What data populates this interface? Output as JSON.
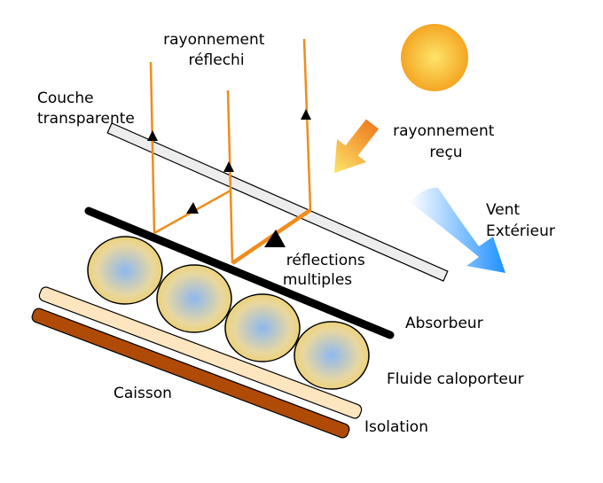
{
  "labels": {
    "couche_transparente_line1": "Couche",
    "couche_transparente_line2": "transparente",
    "rayonnement_reflechi_line1": "rayonnement",
    "rayonnement_reflechi_line2": "réflechi",
    "rayonnement_recu_line1": "rayonnement",
    "rayonnement_recu_line2": "reçu",
    "vent_exterieur_line1": "Vent",
    "vent_exterieur_line2": "Extérieur",
    "reflections_multiples_line1": "réflections",
    "reflections_multiples_line2": "multiples",
    "absorbeur": "Absorbeur",
    "fluide_caloporteur": "Fluide caloporteur",
    "caisson": "Caisson",
    "isolation": "Isolation"
  },
  "colors": {
    "ray": "#ef8c1c",
    "glass_fill": "#ededed",
    "absorber": "#000000",
    "tube_outer": "#ecd27a",
    "tube_inner": "#8db8f0",
    "insulation": "#fde5bf",
    "casing": "#b04a07",
    "sun_outer": "#f5a623",
    "sun_inner": "#fde46a",
    "wind": "#1e90ff"
  }
}
